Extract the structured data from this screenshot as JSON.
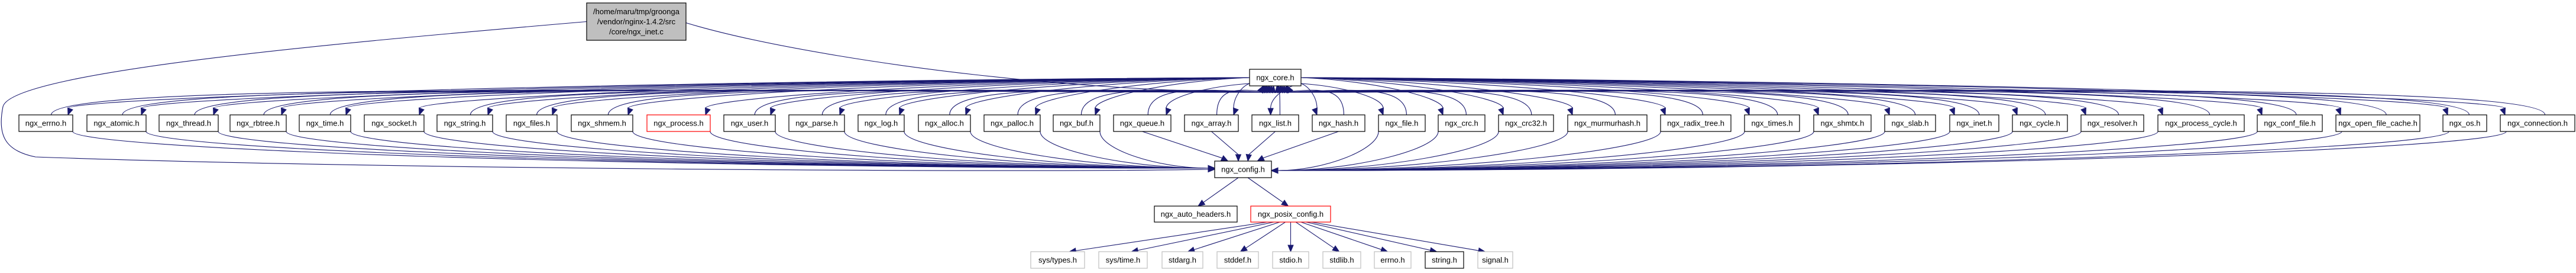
{
  "title": "Include dependency graph for ngx_inet.c",
  "colors": {
    "edge": "#191970",
    "root_fill": "#bfbfbf",
    "missing_border": "#ff0000",
    "external_border": "#bfbfbf"
  },
  "nodes": [
    {
      "id": "root",
      "lines": [
        "/home/maru/tmp/groonga",
        "/vendor/nginx-1.4.2/src",
        "/core/ngx_inet.c"
      ],
      "kind": "root"
    },
    {
      "id": "core",
      "lines": [
        "ngx_core.h"
      ],
      "kind": "normal"
    },
    {
      "id": "errno_h",
      "lines": [
        "ngx_errno.h"
      ],
      "kind": "normal"
    },
    {
      "id": "atomic",
      "lines": [
        "ngx_atomic.h"
      ],
      "kind": "normal"
    },
    {
      "id": "thread",
      "lines": [
        "ngx_thread.h"
      ],
      "kind": "normal"
    },
    {
      "id": "rbtree",
      "lines": [
        "ngx_rbtree.h"
      ],
      "kind": "normal"
    },
    {
      "id": "time",
      "lines": [
        "ngx_time.h"
      ],
      "kind": "normal"
    },
    {
      "id": "socket",
      "lines": [
        "ngx_socket.h"
      ],
      "kind": "normal"
    },
    {
      "id": "string_n",
      "lines": [
        "ngx_string.h"
      ],
      "kind": "normal"
    },
    {
      "id": "files",
      "lines": [
        "ngx_files.h"
      ],
      "kind": "normal"
    },
    {
      "id": "shmem",
      "lines": [
        "ngx_shmem.h"
      ],
      "kind": "normal"
    },
    {
      "id": "process",
      "lines": [
        "ngx_process.h"
      ],
      "kind": "missing"
    },
    {
      "id": "user",
      "lines": [
        "ngx_user.h"
      ],
      "kind": "normal"
    },
    {
      "id": "parse",
      "lines": [
        "ngx_parse.h"
      ],
      "kind": "normal"
    },
    {
      "id": "log",
      "lines": [
        "ngx_log.h"
      ],
      "kind": "normal"
    },
    {
      "id": "alloc",
      "lines": [
        "ngx_alloc.h"
      ],
      "kind": "normal"
    },
    {
      "id": "palloc",
      "lines": [
        "ngx_palloc.h"
      ],
      "kind": "normal"
    },
    {
      "id": "buf",
      "lines": [
        "ngx_buf.h"
      ],
      "kind": "normal"
    },
    {
      "id": "queue",
      "lines": [
        "ngx_queue.h"
      ],
      "kind": "normal"
    },
    {
      "id": "array",
      "lines": [
        "ngx_array.h"
      ],
      "kind": "normal"
    },
    {
      "id": "list",
      "lines": [
        "ngx_list.h"
      ],
      "kind": "normal"
    },
    {
      "id": "hash",
      "lines": [
        "ngx_hash.h"
      ],
      "kind": "normal"
    },
    {
      "id": "file",
      "lines": [
        "ngx_file.h"
      ],
      "kind": "normal"
    },
    {
      "id": "crc",
      "lines": [
        "ngx_crc.h"
      ],
      "kind": "normal"
    },
    {
      "id": "crc32",
      "lines": [
        "ngx_crc32.h"
      ],
      "kind": "normal"
    },
    {
      "id": "murmur",
      "lines": [
        "ngx_murmurhash.h"
      ],
      "kind": "normal"
    },
    {
      "id": "radix",
      "lines": [
        "ngx_radix_tree.h"
      ],
      "kind": "normal"
    },
    {
      "id": "times",
      "lines": [
        "ngx_times.h"
      ],
      "kind": "normal"
    },
    {
      "id": "shmtx",
      "lines": [
        "ngx_shmtx.h"
      ],
      "kind": "normal"
    },
    {
      "id": "slab",
      "lines": [
        "ngx_slab.h"
      ],
      "kind": "normal"
    },
    {
      "id": "inet",
      "lines": [
        "ngx_inet.h"
      ],
      "kind": "normal"
    },
    {
      "id": "cycle",
      "lines": [
        "ngx_cycle.h"
      ],
      "kind": "normal"
    },
    {
      "id": "resolver",
      "lines": [
        "ngx_resolver.h"
      ],
      "kind": "normal"
    },
    {
      "id": "pcycle",
      "lines": [
        "ngx_process_cycle.h"
      ],
      "kind": "normal"
    },
    {
      "id": "conf",
      "lines": [
        "ngx_conf_file.h"
      ],
      "kind": "normal"
    },
    {
      "id": "ofc",
      "lines": [
        "ngx_open_file_cache.h"
      ],
      "kind": "normal"
    },
    {
      "id": "os",
      "lines": [
        "ngx_os.h"
      ],
      "kind": "normal"
    },
    {
      "id": "conn",
      "lines": [
        "ngx_connection.h"
      ],
      "kind": "normal"
    },
    {
      "id": "config",
      "lines": [
        "ngx_config.h"
      ],
      "kind": "normal"
    },
    {
      "id": "auto",
      "lines": [
        "ngx_auto_headers.h"
      ],
      "kind": "normal"
    },
    {
      "id": "posix",
      "lines": [
        "ngx_posix_config.h"
      ],
      "kind": "missing"
    },
    {
      "id": "systypes",
      "lines": [
        "sys/types.h"
      ],
      "kind": "external"
    },
    {
      "id": "systime",
      "lines": [
        "sys/time.h"
      ],
      "kind": "external"
    },
    {
      "id": "stdarg",
      "lines": [
        "stdarg.h"
      ],
      "kind": "external"
    },
    {
      "id": "stddef",
      "lines": [
        "stddef.h"
      ],
      "kind": "external"
    },
    {
      "id": "stdio",
      "lines": [
        "stdio.h"
      ],
      "kind": "external"
    },
    {
      "id": "stdlib",
      "lines": [
        "stdlib.h"
      ],
      "kind": "external"
    },
    {
      "id": "errno_sys",
      "lines": [
        "errno.h"
      ],
      "kind": "external"
    },
    {
      "id": "string_sys",
      "lines": [
        "string.h"
      ],
      "kind": "normal"
    },
    {
      "id": "signal",
      "lines": [
        "signal.h"
      ],
      "kind": "external"
    }
  ],
  "edges": [
    [
      "root",
      "core"
    ],
    [
      "root",
      "config"
    ],
    [
      "core",
      "errno_h"
    ],
    [
      "core",
      "atomic"
    ],
    [
      "core",
      "thread"
    ],
    [
      "core",
      "rbtree"
    ],
    [
      "core",
      "time"
    ],
    [
      "core",
      "socket"
    ],
    [
      "core",
      "string_n"
    ],
    [
      "core",
      "files"
    ],
    [
      "core",
      "shmem"
    ],
    [
      "core",
      "process"
    ],
    [
      "core",
      "user"
    ],
    [
      "core",
      "parse"
    ],
    [
      "core",
      "log"
    ],
    [
      "core",
      "alloc"
    ],
    [
      "core",
      "palloc"
    ],
    [
      "core",
      "buf"
    ],
    [
      "core",
      "queue"
    ],
    [
      "core",
      "array"
    ],
    [
      "core",
      "list"
    ],
    [
      "core",
      "hash"
    ],
    [
      "core",
      "file"
    ],
    [
      "core",
      "crc"
    ],
    [
      "core",
      "crc32"
    ],
    [
      "core",
      "murmur"
    ],
    [
      "core",
      "radix"
    ],
    [
      "core",
      "times"
    ],
    [
      "core",
      "shmtx"
    ],
    [
      "core",
      "slab"
    ],
    [
      "core",
      "inet"
    ],
    [
      "core",
      "cycle"
    ],
    [
      "core",
      "resolver"
    ],
    [
      "core",
      "pcycle"
    ],
    [
      "core",
      "conf"
    ],
    [
      "core",
      "ofc"
    ],
    [
      "core",
      "os"
    ],
    [
      "core",
      "conn"
    ],
    [
      "errno_h",
      "core"
    ],
    [
      "atomic",
      "core"
    ],
    [
      "thread",
      "core"
    ],
    [
      "rbtree",
      "core"
    ],
    [
      "time",
      "core"
    ],
    [
      "string_n",
      "core"
    ],
    [
      "files",
      "core"
    ],
    [
      "shmem",
      "core"
    ],
    [
      "user",
      "core"
    ],
    [
      "parse",
      "core"
    ],
    [
      "log",
      "core"
    ],
    [
      "alloc",
      "core"
    ],
    [
      "palloc",
      "core"
    ],
    [
      "buf",
      "core"
    ],
    [
      "queue",
      "core"
    ],
    [
      "array",
      "core"
    ],
    [
      "list",
      "core"
    ],
    [
      "hash",
      "core"
    ],
    [
      "file",
      "core"
    ],
    [
      "crc",
      "core"
    ],
    [
      "crc32",
      "core"
    ],
    [
      "murmur",
      "core"
    ],
    [
      "radix",
      "core"
    ],
    [
      "times",
      "core"
    ],
    [
      "shmtx",
      "core"
    ],
    [
      "slab",
      "core"
    ],
    [
      "inet",
      "core"
    ],
    [
      "cycle",
      "core"
    ],
    [
      "resolver",
      "core"
    ],
    [
      "pcycle",
      "core"
    ],
    [
      "conf",
      "core"
    ],
    [
      "ofc",
      "core"
    ],
    [
      "os",
      "core"
    ],
    [
      "conn",
      "core"
    ],
    [
      "errno_h",
      "config"
    ],
    [
      "atomic",
      "config"
    ],
    [
      "thread",
      "config"
    ],
    [
      "rbtree",
      "config"
    ],
    [
      "time",
      "config"
    ],
    [
      "socket",
      "config"
    ],
    [
      "string_n",
      "config"
    ],
    [
      "files",
      "config"
    ],
    [
      "shmem",
      "config"
    ],
    [
      "process",
      "config"
    ],
    [
      "user",
      "config"
    ],
    [
      "parse",
      "config"
    ],
    [
      "log",
      "config"
    ],
    [
      "alloc",
      "config"
    ],
    [
      "palloc",
      "config"
    ],
    [
      "buf",
      "config"
    ],
    [
      "queue",
      "config"
    ],
    [
      "array",
      "config"
    ],
    [
      "list",
      "config"
    ],
    [
      "hash",
      "config"
    ],
    [
      "file",
      "config"
    ],
    [
      "crc",
      "config"
    ],
    [
      "crc32",
      "config"
    ],
    [
      "murmur",
      "config"
    ],
    [
      "radix",
      "config"
    ],
    [
      "times",
      "config"
    ],
    [
      "shmtx",
      "config"
    ],
    [
      "slab",
      "config"
    ],
    [
      "inet",
      "config"
    ],
    [
      "cycle",
      "config"
    ],
    [
      "resolver",
      "config"
    ],
    [
      "pcycle",
      "config"
    ],
    [
      "conf",
      "config"
    ],
    [
      "ofc",
      "config"
    ],
    [
      "os",
      "config"
    ],
    [
      "conn",
      "config"
    ],
    [
      "config",
      "auto"
    ],
    [
      "config",
      "posix"
    ],
    [
      "posix",
      "systypes"
    ],
    [
      "posix",
      "systime"
    ],
    [
      "posix",
      "stdarg"
    ],
    [
      "posix",
      "stddef"
    ],
    [
      "posix",
      "stdio"
    ],
    [
      "posix",
      "stdlib"
    ],
    [
      "posix",
      "errno_sys"
    ],
    [
      "posix",
      "string_sys"
    ],
    [
      "posix",
      "signal"
    ]
  ]
}
